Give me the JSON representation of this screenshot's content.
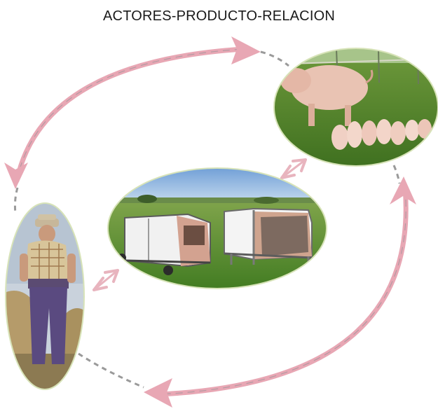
{
  "title": "ACTORES-PRODUCTO-RELACION",
  "nodes": [
    {
      "id": "farmer",
      "depicts": "farmer-photo"
    },
    {
      "id": "product",
      "depicts": "mobile-pig-shelters-photo"
    },
    {
      "id": "animals",
      "depicts": "sow-with-piglets-photo"
    }
  ],
  "relations": [
    {
      "from": "farmer",
      "to": "animals",
      "style": "curved-double-arrow",
      "color": "#e8a7b4"
    },
    {
      "from": "animals",
      "to": "farmer",
      "style": "curved-double-arrow",
      "color": "#e8a7b4"
    },
    {
      "from": "farmer",
      "to": "product",
      "style": "short-double-arrow",
      "color": "#e8a7b4"
    },
    {
      "from": "product",
      "to": "animals",
      "style": "short-double-arrow",
      "color": "#e8a7b4"
    }
  ],
  "colors": {
    "arrow": "#e8a7b4",
    "arrow_dash": "#b8a0a6",
    "dotted": "#9a9a9a",
    "ellipse_border": "#d7e3b8"
  }
}
